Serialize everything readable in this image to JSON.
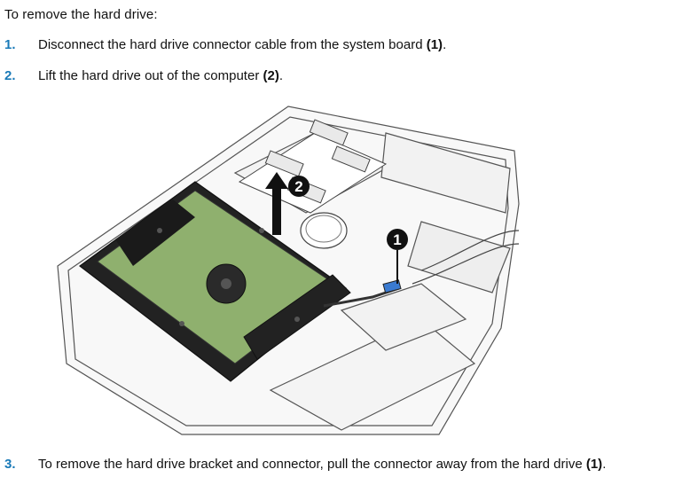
{
  "intro": "To remove the hard drive:",
  "steps": [
    {
      "number": "1.",
      "text": "Disconnect the hard drive connector cable from the system board ",
      "ref": "(1)",
      "tail": "."
    },
    {
      "number": "2.",
      "text": "Lift the hard drive out of the computer ",
      "ref": "(2)",
      "tail": "."
    },
    {
      "number": "3.",
      "text": "To remove the hard drive bracket and connector, pull the connector away from the hard drive ",
      "ref": "(1)",
      "tail": "."
    }
  ],
  "figure": {
    "callouts": [
      "1",
      "2"
    ],
    "colors": {
      "drive_green": "#8fb06e",
      "line": "#333333",
      "callout": "#111111"
    }
  }
}
